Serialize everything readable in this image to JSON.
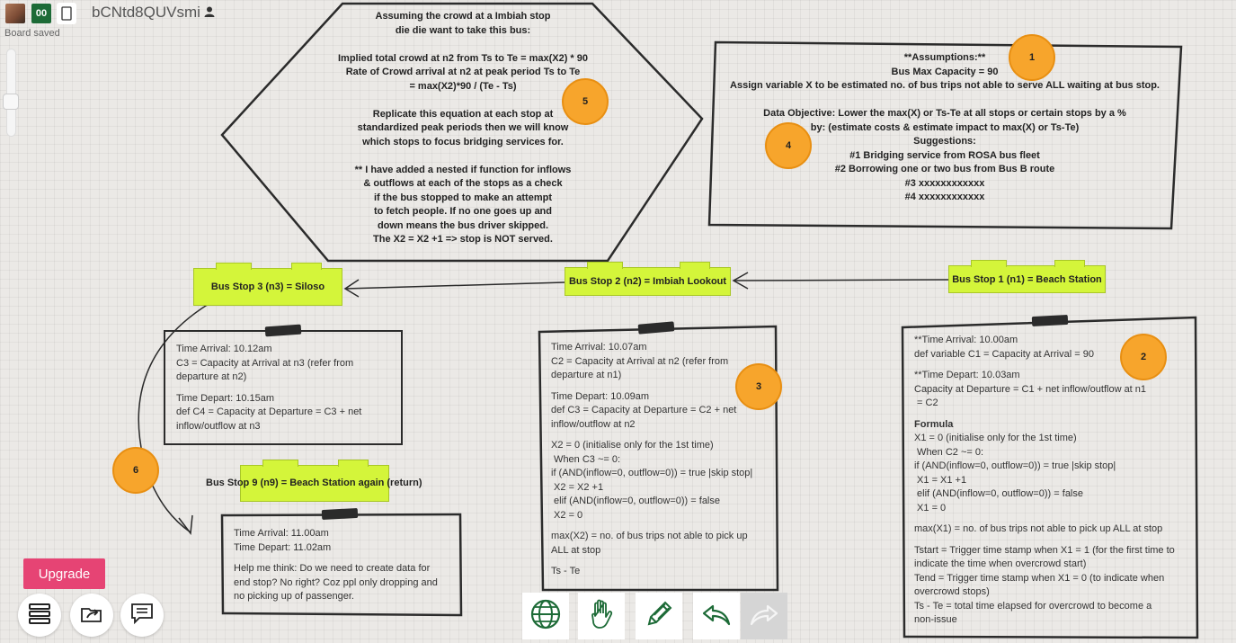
{
  "topbar": {
    "users_count": "00",
    "board_title": "bCNtd8QUVsmi",
    "saved_status": "Board saved"
  },
  "hexagon": {
    "lines": [
      "Assuming the crowd at a Imbiah stop",
      "die die want to take this bus:",
      "",
      "Implied total crowd at n2 from Ts to Te = max(X2) * 90",
      "Rate of Crowd arrival at n2 at peak period Ts to Te",
      "= max(X2)*90 / (Te - Ts)",
      "",
      "Replicate this equation at each stop at",
      "standardized peak periods then we will know",
      "which stops to focus bridging services for.",
      "",
      "** I have added a nested if function for inflows",
      "& outflows at each of the stops as a check",
      "if the bus stopped to make an attempt",
      "to fetch people. If no one goes up and",
      "down means the bus driver skipped.",
      "The X2 = X2 +1 => stop is NOT served."
    ]
  },
  "assumptions": {
    "lines": [
      "**Assumptions:**",
      "Bus Max Capacity = 90",
      "Assign variable X to be estimated no. of bus trips not able to serve ALL waiting at bus stop.",
      "",
      "Data Objective: Lower the max(X) or Ts-Te at all stops or certain stops by a %",
      "by: (estimate costs & estimate impact to max(X) or Ts-Te)",
      "Suggestions:",
      "#1 Bridging service from ROSA bus fleet",
      "#2 Borrowing one or two bus from Bus B route",
      "#3 xxxxxxxxxxxx",
      "#4 xxxxxxxxxxxx"
    ]
  },
  "tags": {
    "stop1": "Bus Stop 1 (n1) = Beach Station",
    "stop2": "Bus Stop 2 (n2) = Imbiah Lookout",
    "stop3": "Bus Stop 3 (n3) = Siloso",
    "stop9": "Bus Stop 9 (n9) = Beach Station again (return)"
  },
  "circles": {
    "c1": "1",
    "c2": "2",
    "c3": "3",
    "c4": "4",
    "c5": "5",
    "c6": "6"
  },
  "stop1_note": {
    "lines": [
      "**Time Arrival: 10.00am",
      "def variable C1 = Capacity at Arrival = 90",
      "",
      "**Time Depart: 10.03am",
      "Capacity at Departure = C1 + net inflow/outflow at n1",
      " = C2",
      "",
      "Formula",
      "X1 = 0 (initialise only for the 1st time)",
      " When C2 ~= 0:",
      "if (AND(inflow=0, outflow=0)) = true |skip stop|",
      " X1 = X1 +1",
      " elif (AND(inflow=0, outflow=0)) = false",
      " X1 = 0",
      "",
      "max(X1) = no. of bus trips not able to pick up ALL at stop",
      "",
      "Tstart = Trigger time stamp when X1 = 1 (for the first time to",
      "indicate the time when overcrowd start)",
      "Tend = Trigger time stamp when X1 = 0 (to indicate when",
      "overcrowd stops)",
      "Ts - Te = total time elapsed for overcrowd to become a",
      "non-issue"
    ]
  },
  "stop2_note": {
    "lines": [
      "Time Arrival: 10.07am",
      "C2 = Capacity at Arrival at n2 (refer from",
      "departure at n1)",
      "",
      "Time Depart: 10.09am",
      "def C3 = Capacity at Departure = C2 + net",
      "inflow/outflow at n2",
      "",
      "X2 = 0 (initialise only for the 1st time)",
      " When C3 ~= 0:",
      "if (AND(inflow=0, outflow=0)) = true |skip stop|",
      " X2 = X2 +1",
      " elif (AND(inflow=0, outflow=0)) = false",
      " X2 = 0",
      "",
      "max(X2) = no. of bus trips not able to pick up",
      "ALL at stop",
      "",
      "Ts - Te"
    ]
  },
  "stop3_note": {
    "lines": [
      "Time Arrival: 10.12am",
      "C3 = Capacity at Arrival at n3 (refer from",
      "departure at n2)",
      "",
      "Time Depart: 10.15am",
      "def C4 = Capacity at Departure = C3 + net",
      "inflow/outflow at n3"
    ]
  },
  "stop9_note": {
    "lines": [
      "Time Arrival: 11.00am",
      "Time Depart: 11.02am",
      "",
      "Help me think: Do we need to create data for",
      "end stop? No right? Coz ppl only dropping and",
      "no picking up of passenger."
    ]
  },
  "controls": {
    "upgrade_label": "Upgrade"
  }
}
